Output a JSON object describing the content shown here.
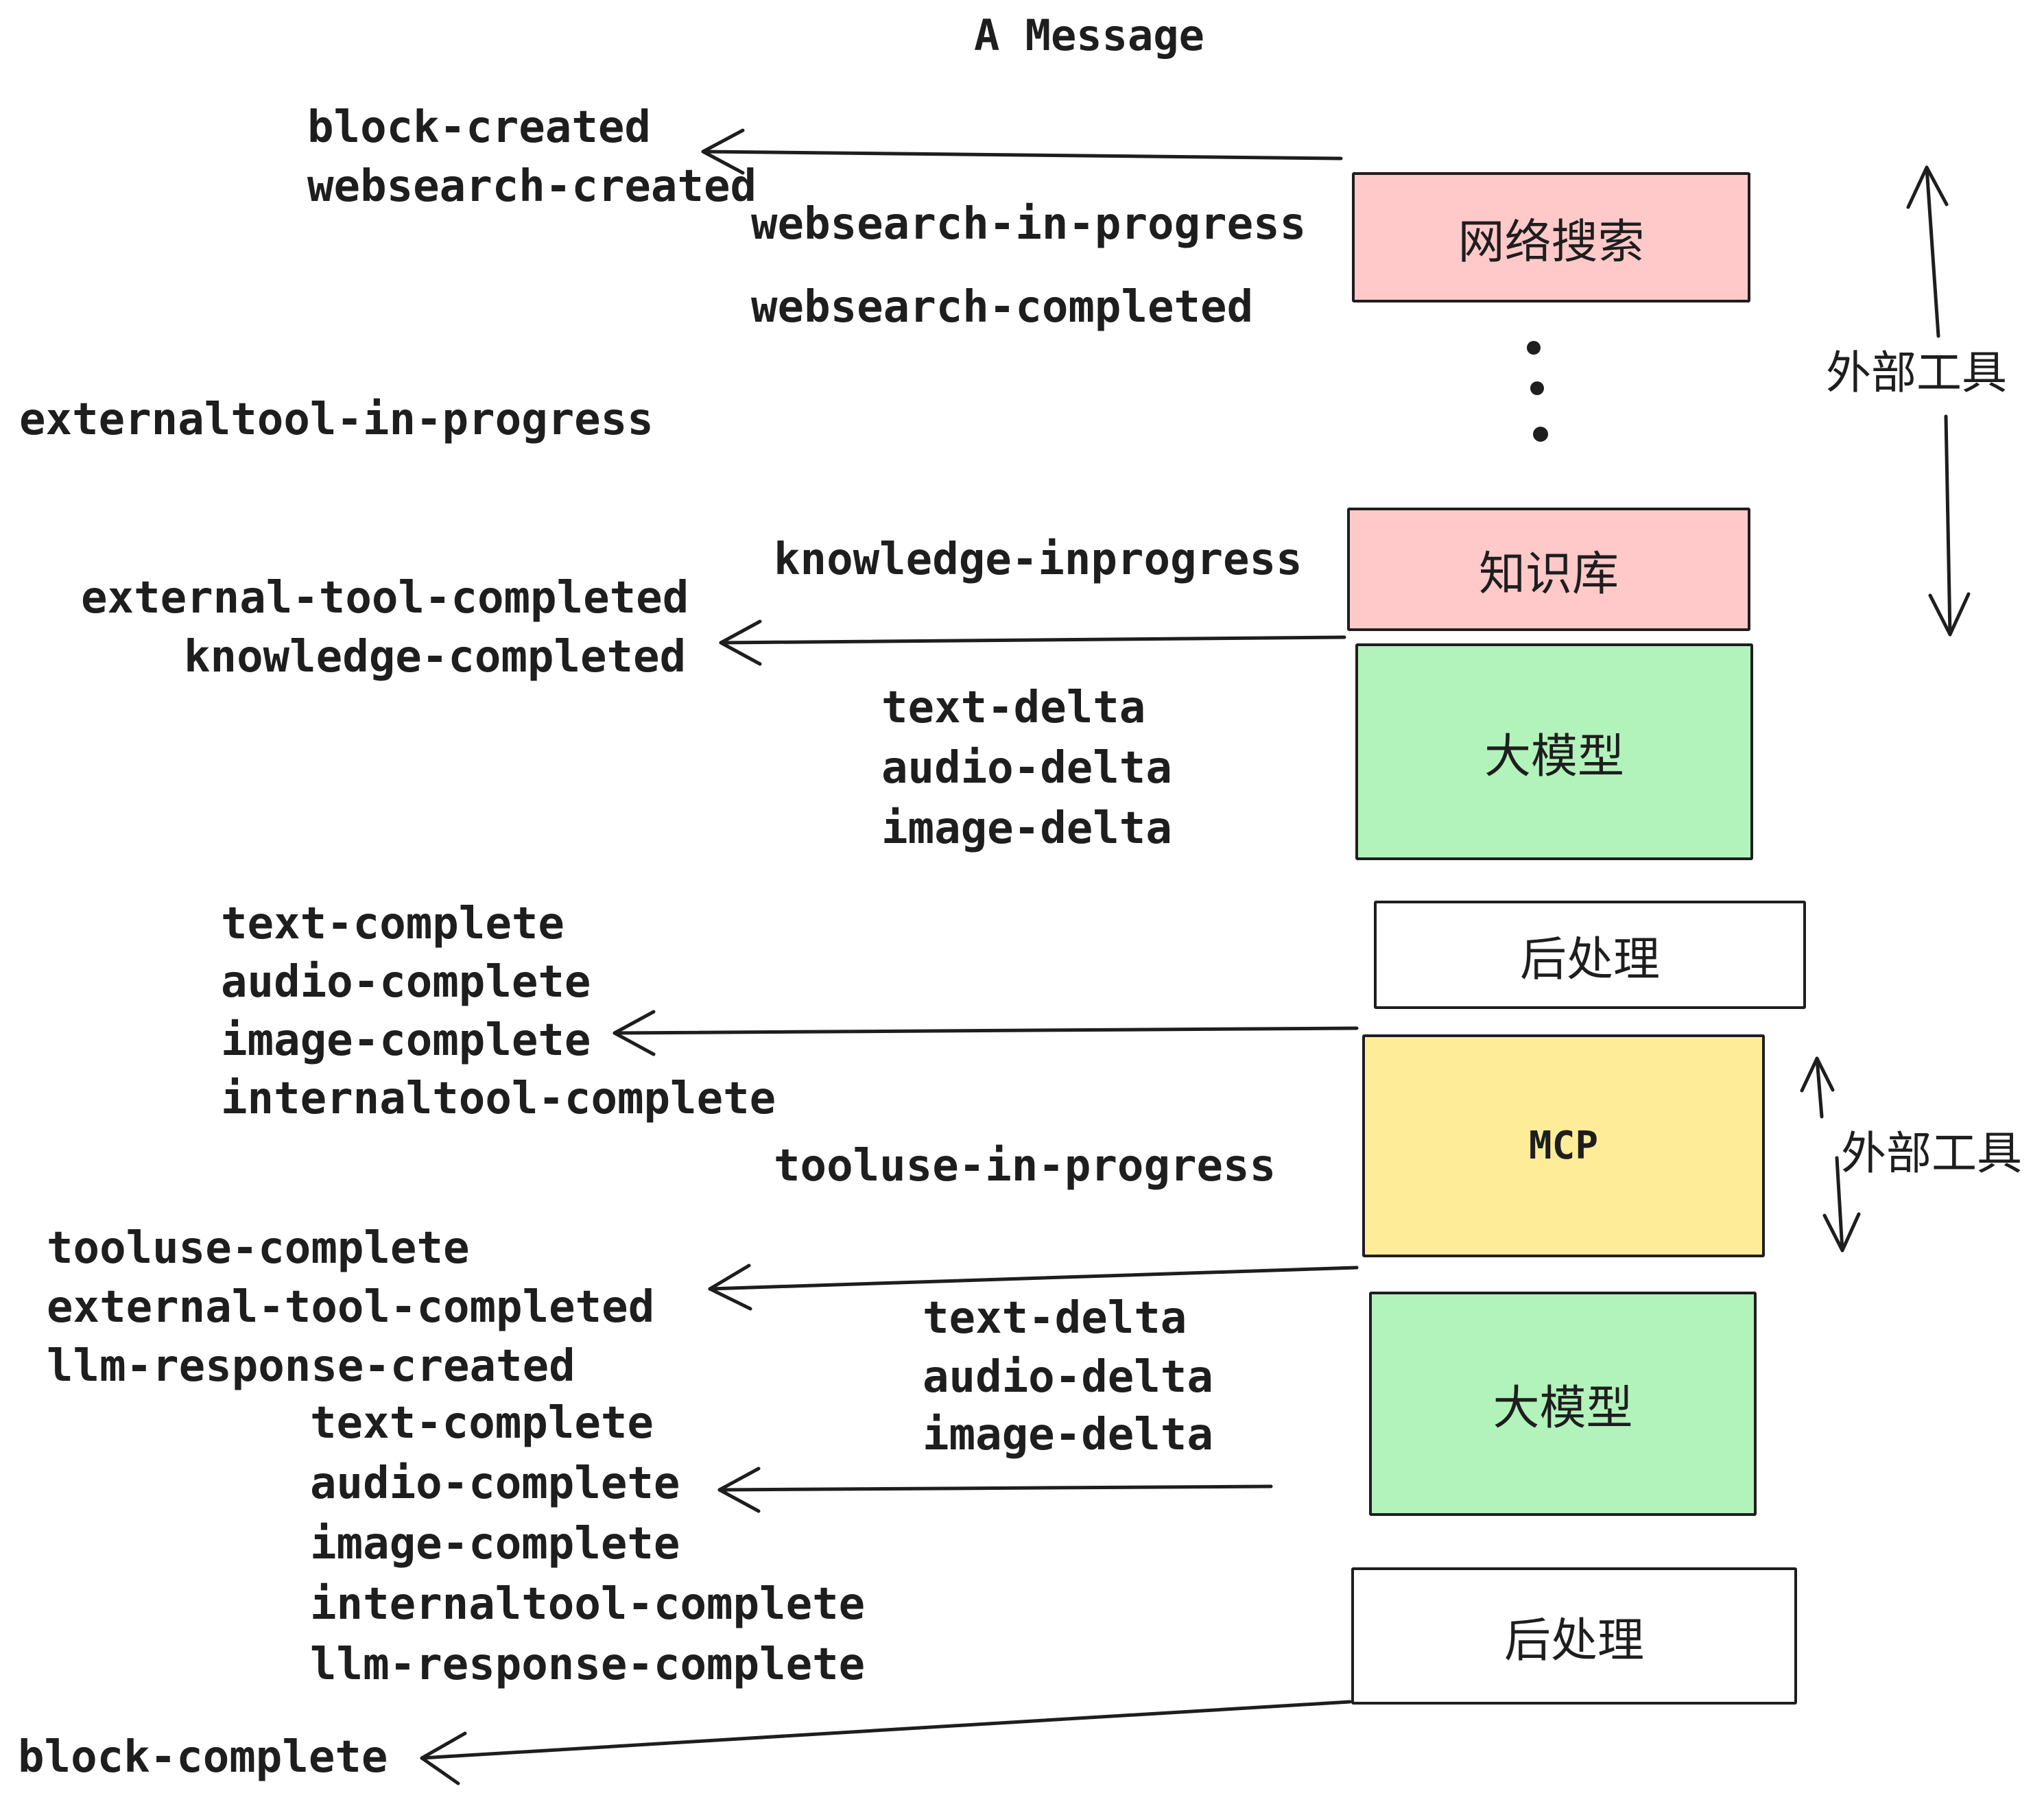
{
  "title": "A Message",
  "colors": {
    "pink": "#FFC9C9",
    "green": "#B2F2BB",
    "yellow": "#FFEC99",
    "white": "#FFFFFF",
    "ink": "#1E1E1E"
  },
  "boxes": [
    {
      "label": "网络搜索"
    },
    {
      "label": "知识库"
    },
    {
      "label": "大模型"
    },
    {
      "label": "后处理"
    },
    {
      "label": "MCP"
    },
    {
      "label": "大模型"
    },
    {
      "label": "后处理"
    }
  ],
  "side_labels": [
    {
      "text": "外部工具"
    },
    {
      "text": "外部工具"
    }
  ],
  "events": [
    {
      "text": "block-created"
    },
    {
      "text": "websearch-created"
    },
    {
      "text": "websearch-in-progress"
    },
    {
      "text": "websearch-completed"
    },
    {
      "text": "externaltool-in-progress"
    },
    {
      "text": "knowledge-inprogress"
    },
    {
      "text": "external-tool-completed"
    },
    {
      "text": "knowledge-completed"
    },
    {
      "text": "text-delta"
    },
    {
      "text": "audio-delta"
    },
    {
      "text": "image-delta"
    },
    {
      "text": "text-complete"
    },
    {
      "text": "audio-complete"
    },
    {
      "text": "image-complete"
    },
    {
      "text": "internaltool-complete"
    },
    {
      "text": "tooluse-in-progress"
    },
    {
      "text": "tooluse-complete"
    },
    {
      "text": "external-tool-completed"
    },
    {
      "text": "llm-response-created"
    },
    {
      "text": "text-delta"
    },
    {
      "text": "audio-delta"
    },
    {
      "text": "image-delta"
    },
    {
      "text": "text-complete"
    },
    {
      "text": "audio-complete"
    },
    {
      "text": "image-complete"
    },
    {
      "text": "internaltool-complete"
    },
    {
      "text": "llm-response-complete"
    },
    {
      "text": "block-complete"
    }
  ]
}
